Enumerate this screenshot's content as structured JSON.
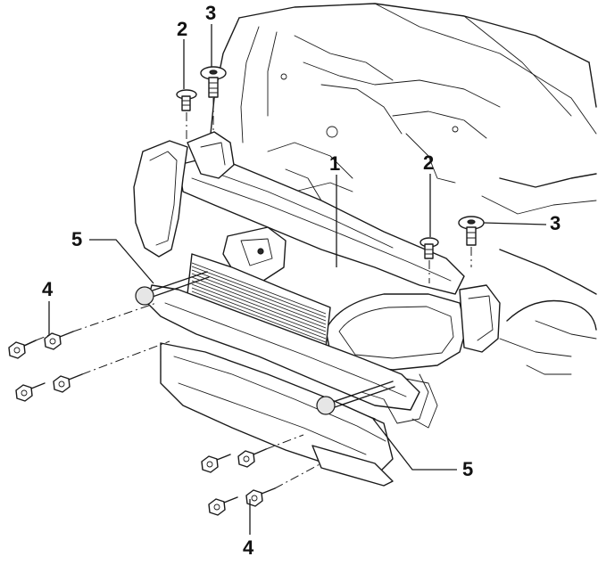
{
  "callouts": [
    {
      "id": "c2a",
      "label": "2"
    },
    {
      "id": "c3a",
      "label": "3"
    },
    {
      "id": "c1",
      "label": "1"
    },
    {
      "id": "c2b",
      "label": "2"
    },
    {
      "id": "c3b",
      "label": "3"
    },
    {
      "id": "c5a",
      "label": "5"
    },
    {
      "id": "c4a",
      "label": "4"
    },
    {
      "id": "c5b",
      "label": "5"
    },
    {
      "id": "c4b",
      "label": "4"
    }
  ]
}
